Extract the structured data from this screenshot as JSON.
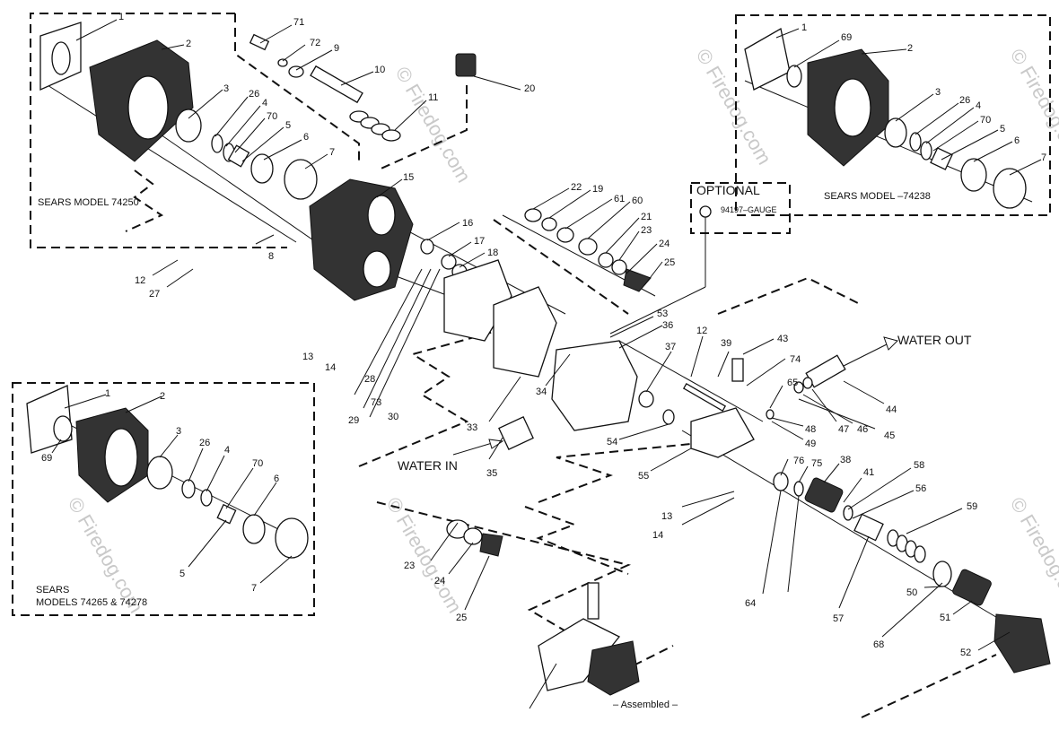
{
  "boxes": {
    "top_left": "SEARS MODEL 74250",
    "top_right": "SEARS MODEL –74238",
    "bottom_left_line1": "SEARS",
    "bottom_left_line2": "MODELS 74265 & 74278",
    "optional_title": "OPTIONAL",
    "optional_part": "94197–GAUGE"
  },
  "flow_labels": {
    "water_in": "WATER IN",
    "water_out": "WATER OUT"
  },
  "assembled": "– Assembled –",
  "watermark": "© Firedog.com",
  "callouts": {
    "tl": [
      "1",
      "2",
      "3",
      "26",
      "4",
      "70",
      "5",
      "6",
      "7",
      "8",
      "12",
      "27"
    ],
    "top": [
      "71",
      "72",
      "9",
      "10",
      "11",
      "20"
    ],
    "tr": [
      "1",
      "69",
      "2",
      "3",
      "26",
      "4",
      "70",
      "5",
      "6",
      "7"
    ],
    "bl": [
      "1",
      "2",
      "69",
      "3",
      "26",
      "4",
      "70",
      "6",
      "5",
      "7"
    ],
    "center": [
      "15",
      "16",
      "17",
      "18",
      "22",
      "19",
      "61",
      "60",
      "21",
      "23",
      "24",
      "25",
      "13",
      "14",
      "28",
      "73",
      "29",
      "30",
      "33",
      "34",
      "53",
      "36",
      "37",
      "12",
      "39",
      "43",
      "74",
      "65",
      "44",
      "47",
      "46",
      "45",
      "48",
      "49",
      "54",
      "55",
      "35",
      "38",
      "41",
      "58",
      "56",
      "76",
      "75",
      "13",
      "14",
      "59",
      "57",
      "64",
      "50",
      "68",
      "51",
      "52",
      "23",
      "24",
      "25"
    ]
  }
}
